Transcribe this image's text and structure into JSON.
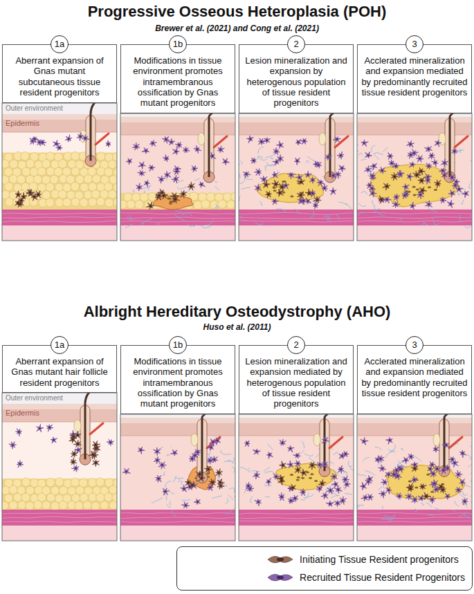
{
  "diagram": {
    "title": "Progressive Osseous Heteroplasia (POH)",
    "nodes": [
      {
        "text": [
          "1a"
        ]
      },
      {
        "text": [
          "Aberrant expansion of Gnas mutant subcutaneous tissue resident progenitors"
        ]
      },
      {
        "text": [
          "1b"
        ]
      },
      {
        "text": [
          "Modifications in tissue environment promotes intramembranous ossification by Gnas mutant progenitors"
        ]
      },
      {
        "text": [
          "2"
        ]
      },
      {
        "text": [
          "Lesion mineralization and expansion by heterogenous population of tissue resident progenitors"
        ]
      },
      {
        "text": [
          "3"
        ]
      },
      {
        "text": [
          "Acclerated mineralization and expansion mediated by predominantly recruited tissue resident progenitors"
        ]
      },
      {
        "text": [
          "1a"
        ]
      },
      {
        "text": [
          "Aberrant expansion of Gnas mutant hair follicle resident progenitors"
        ]
      },
      {
        "text": [
          "1b"
        ]
      },
      {
        "text": [
          "Modifications in tissue environment promotes intramembranous ossification by Gnas mutant progenitors"
        ]
      },
      {
        "text": [
          "2"
        ]
      },
      {
        "text": [
          "Lesion mineralization and expansion mediated by heterogenous population of tissue resident progenitors"
        ]
      },
      {
        "text": [
          "3"
        ]
      },
      {
        "text": [
          "Acclerated mineralization and expansion mediated by predominantly recruited tissue resident progenitors"
        ]
      }
    ],
    "labels": [
      "Brewer et al. (2021) and Cong et al. (2021)",
      "Outer environment",
      "Epidermis",
      "Albright Hereditary Osteodystrophy (AHO)",
      "Huso et al. (2011)",
      "Outer environment",
      "Epidermis"
    ],
    "legend": [
      {
        "text": "Initiating Tissue Resident progenitors"
      },
      {
        "text": "Recruited Tissue Resident Progenitors"
      }
    ]
  }
}
